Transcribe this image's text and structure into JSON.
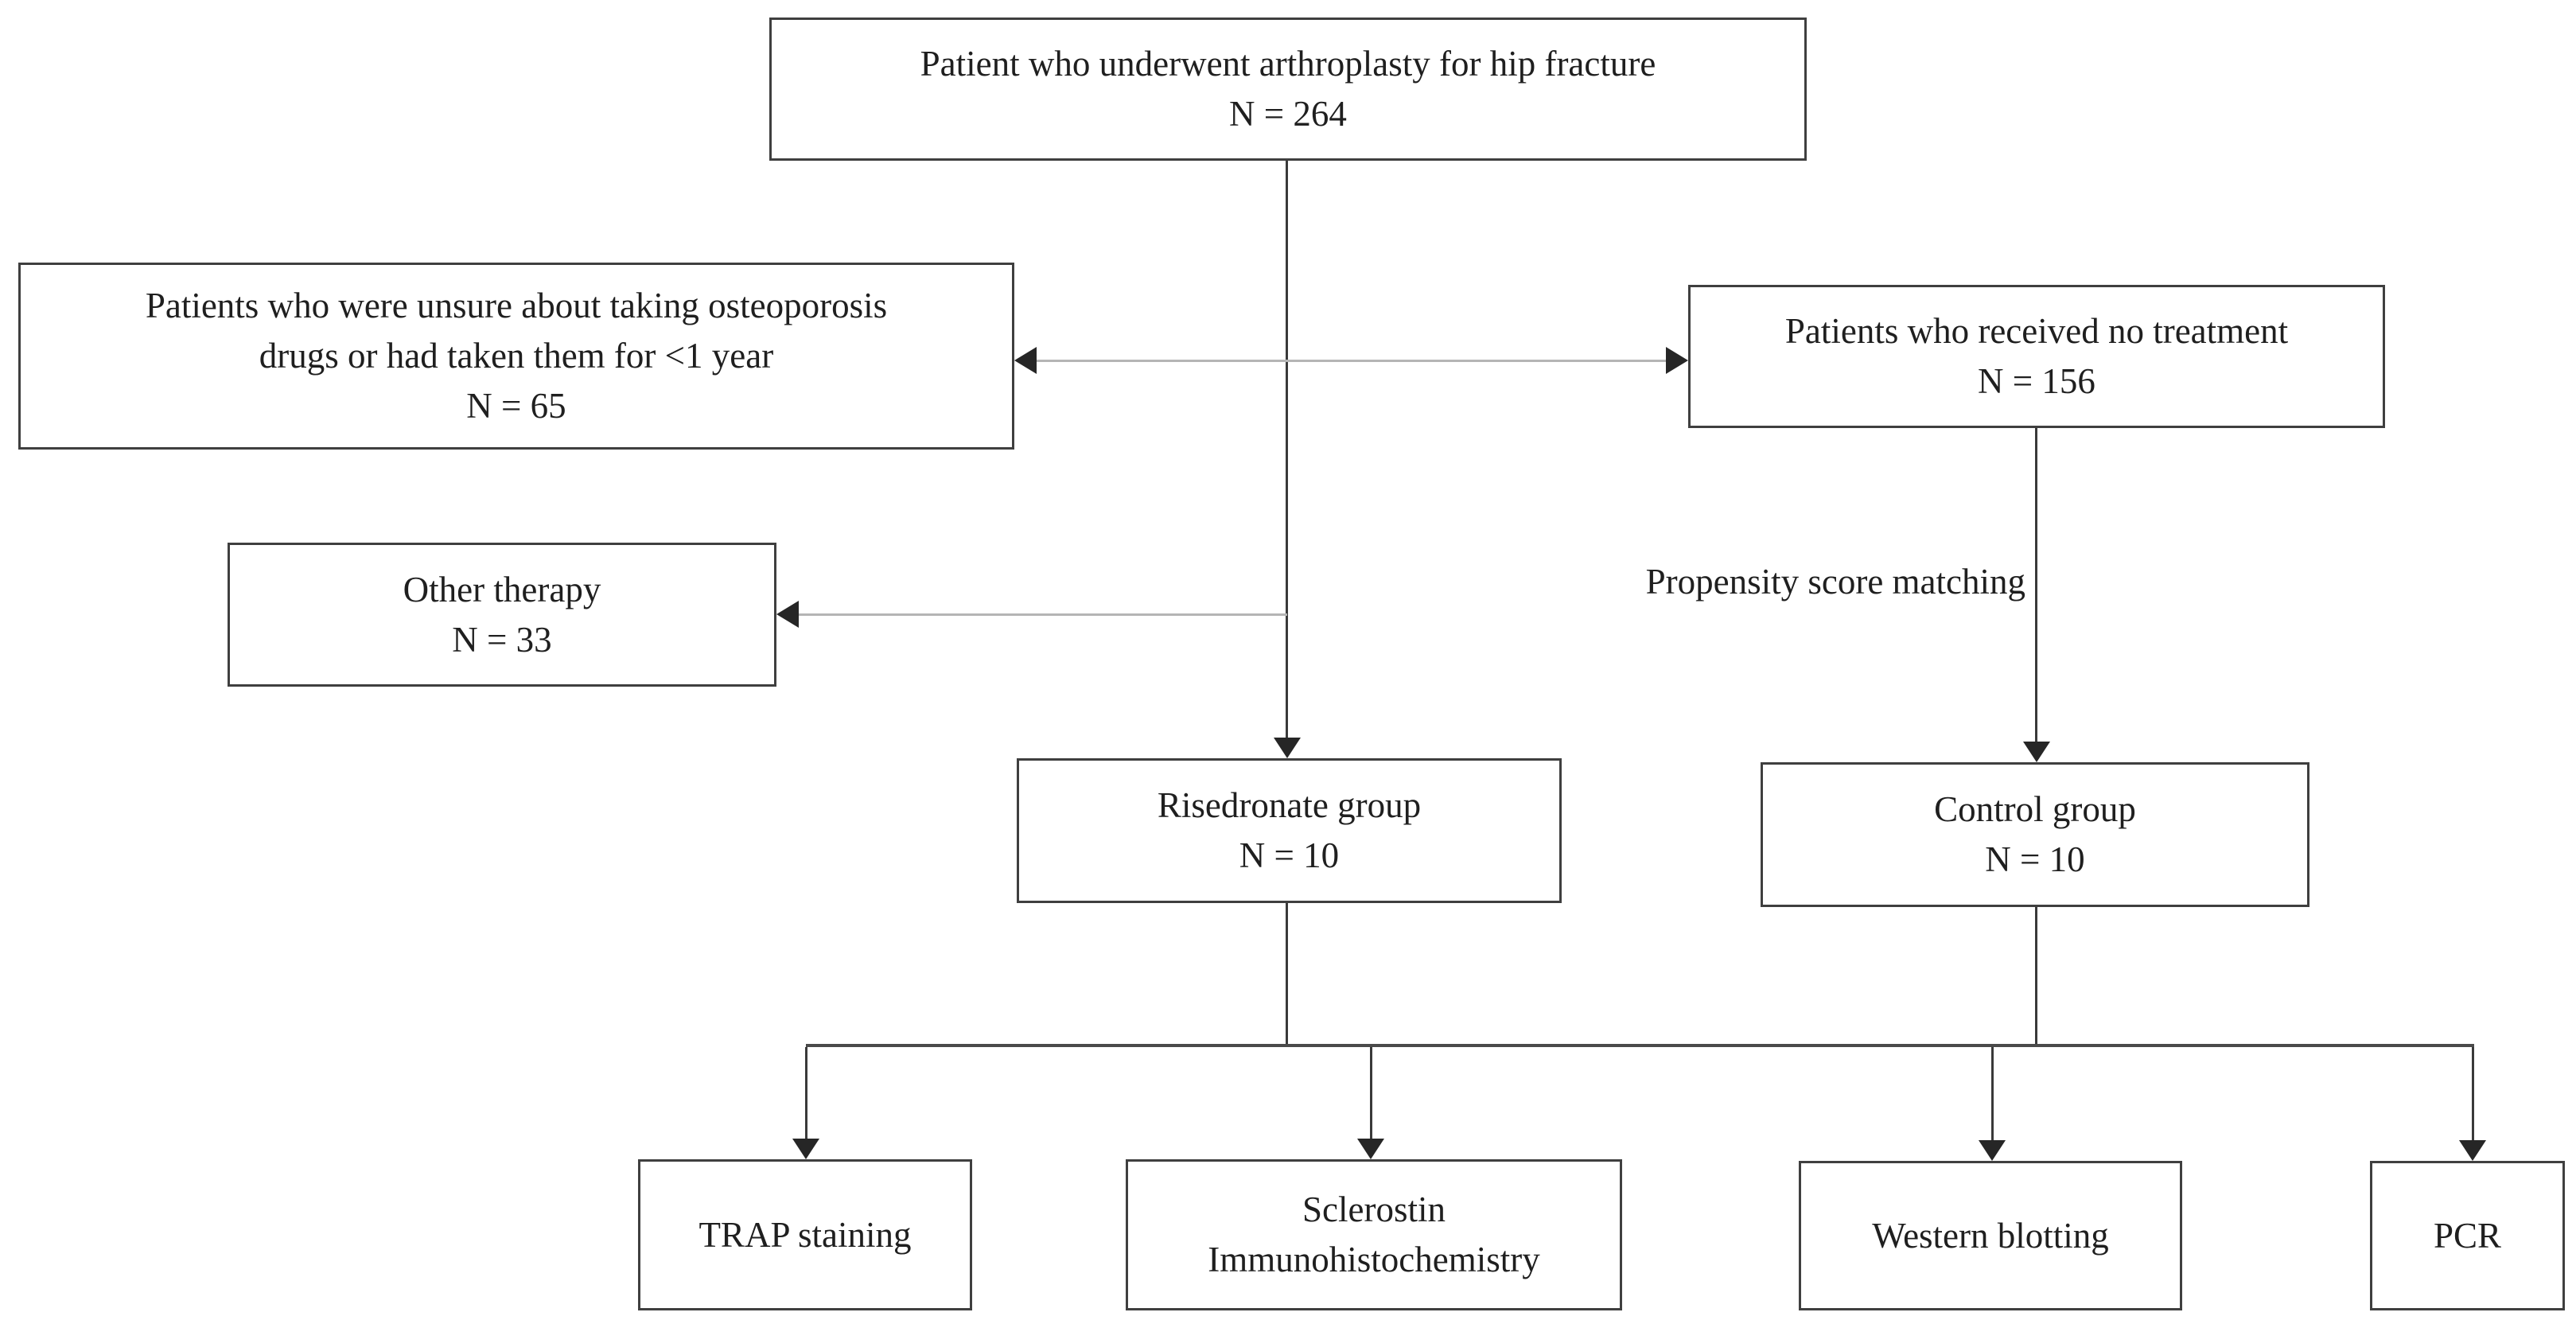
{
  "colors": {
    "background": "#ffffff",
    "box_border": "#3f3f3f",
    "text": "#1f1f1f",
    "connector_dark": "#3a3a3a",
    "connector_light": "#b5b5b5",
    "arrowhead": "#262626"
  },
  "nodes": {
    "top_population": {
      "lines": [
        "Patient who underwent arthroplasty for hip fracture",
        "N = 264"
      ]
    },
    "excluded_unsure": {
      "lines": [
        "Patients who were unsure about taking osteoporosis",
        "drugs or had taken them for <1 year",
        "N = 65"
      ]
    },
    "no_treatment": {
      "lines": [
        "Patients who received no treatment",
        "N = 156"
      ]
    },
    "other_therapy": {
      "lines": [
        "Other therapy",
        "N = 33"
      ]
    },
    "risedronate_group": {
      "lines": [
        "Risedronate group",
        "N = 10"
      ]
    },
    "control_group": {
      "lines": [
        "Control group",
        "N = 10"
      ]
    },
    "trap_staining": {
      "lines": [
        "TRAP staining"
      ]
    },
    "sclerostin_ihc": {
      "lines": [
        "Sclerostin",
        "Immunohistochemistry"
      ]
    },
    "western_blotting": {
      "lines": [
        "Western blotting"
      ]
    },
    "pcr": {
      "lines": [
        "PCR"
      ]
    }
  },
  "labels": {
    "propensity_matching": "Propensity score matching"
  }
}
